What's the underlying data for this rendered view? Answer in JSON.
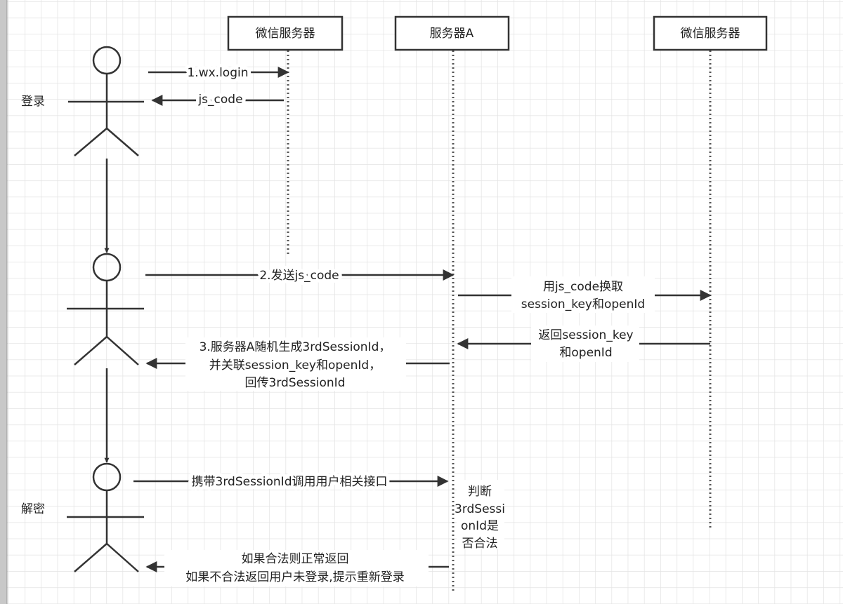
{
  "participants": [
    {
      "label": "微信服务器"
    },
    {
      "label": "服务器A"
    },
    {
      "label": "微信服务器"
    }
  ],
  "side_labels": {
    "login": "登录",
    "decrypt": "解密"
  },
  "messages": {
    "m1": "1.wx.login",
    "m_js_code": "js_code",
    "m2": "2.发送js_code",
    "m_exchange": [
      "用js_code换取",
      "session_key和openId"
    ],
    "m_return": [
      "返回session_key",
      "和openId"
    ],
    "m3": [
      "3.服务器A随机生成3rdSessionId，",
      "并关联session_key和openId，",
      "回传3rdSessionId"
    ],
    "m_call": "携带3rdSessionId调用用户相关接口",
    "judge": [
      "判断",
      "3rdSessi",
      "onId是",
      "否合法"
    ],
    "m_result": [
      "如果合法则正常返回",
      "如果不合法返回用户未登录,提示重新登录"
    ]
  },
  "colors": {
    "line": "#333333",
    "grid": "#e3e3e3",
    "sidebar": "#c8c8c8"
  }
}
